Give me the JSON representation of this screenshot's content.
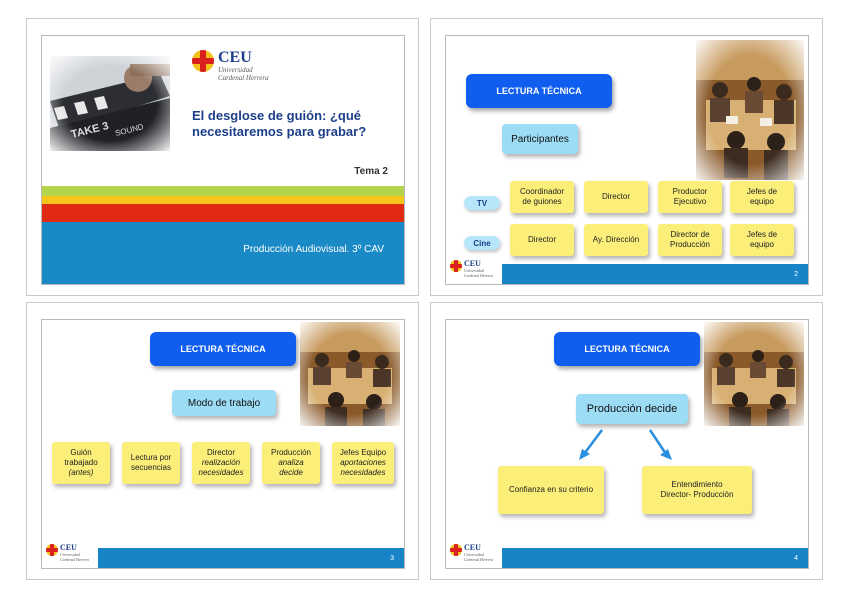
{
  "slide1": {
    "logo": {
      "name": "CEU",
      "line1": "Universidad",
      "line2": "Cardenal Herrera"
    },
    "title_line1": "El desglose de guión: ¿qué",
    "title_line2": "necesitaremos para grabar?",
    "tema": "Tema 2",
    "footer": "Producción Audiovisual. 3º CAV",
    "colors": {
      "stripe1": "#b4d44c",
      "stripe2": "#f5c518",
      "stripe3": "#e02a12",
      "band": "#1a8ac6"
    }
  },
  "slide2": {
    "header": "LECTURA TÉCNICA",
    "sub": "Participantes",
    "rows": [
      {
        "label": "TV",
        "cells": [
          [
            "Coordinador",
            "de guiones"
          ],
          [
            "Director"
          ],
          [
            "Productor",
            "Ejecutivo"
          ],
          [
            "Jefes de",
            "equipo"
          ]
        ]
      },
      {
        "label": "Cine",
        "cells": [
          [
            "Director"
          ],
          [
            "Ay. Dirección"
          ],
          [
            "Director de",
            "Producción"
          ],
          [
            "Jefes de",
            "equipo"
          ]
        ]
      }
    ],
    "page": "2",
    "logo": {
      "name": "CEU",
      "line1": "Universidad",
      "line2": "Cardenal Herrera"
    }
  },
  "slide3": {
    "header": "LECTURA TÉCNICA",
    "sub": "Modo de trabajo",
    "cells": [
      {
        "lines": [
          "Guión",
          "trabajado"
        ],
        "italic": "(antes)"
      },
      {
        "lines": [
          "Lectura por",
          "secuencias"
        ],
        "italic": ""
      },
      {
        "lines": [
          "Director"
        ],
        "italic": "realización\nnecesidades"
      },
      {
        "lines": [
          "Producción"
        ],
        "italic": "analiza\ndecide"
      },
      {
        "lines": [
          "Jefes Equipo"
        ],
        "italic": "aportaciones\nnecesidades"
      }
    ],
    "page": "3",
    "logo": {
      "name": "CEU",
      "line1": "Universidad",
      "line2": "Cardenal Herrera"
    }
  },
  "slide4": {
    "header": "LECTURA TÉCNICA",
    "sub": "Producción decide",
    "left": "Confianza en su criterio",
    "right_line1": "Entendimiento",
    "right_line2": "Director- Producción",
    "page": "4",
    "logo": {
      "name": "CEU",
      "line1": "Universidad",
      "line2": "Cardenal Herrera"
    }
  },
  "colors": {
    "blue_button": "#0f5ef0",
    "yellow_box": "#fbef7a",
    "cyan_box": "#9ddcf5",
    "footer_blue": "#1784c8"
  }
}
